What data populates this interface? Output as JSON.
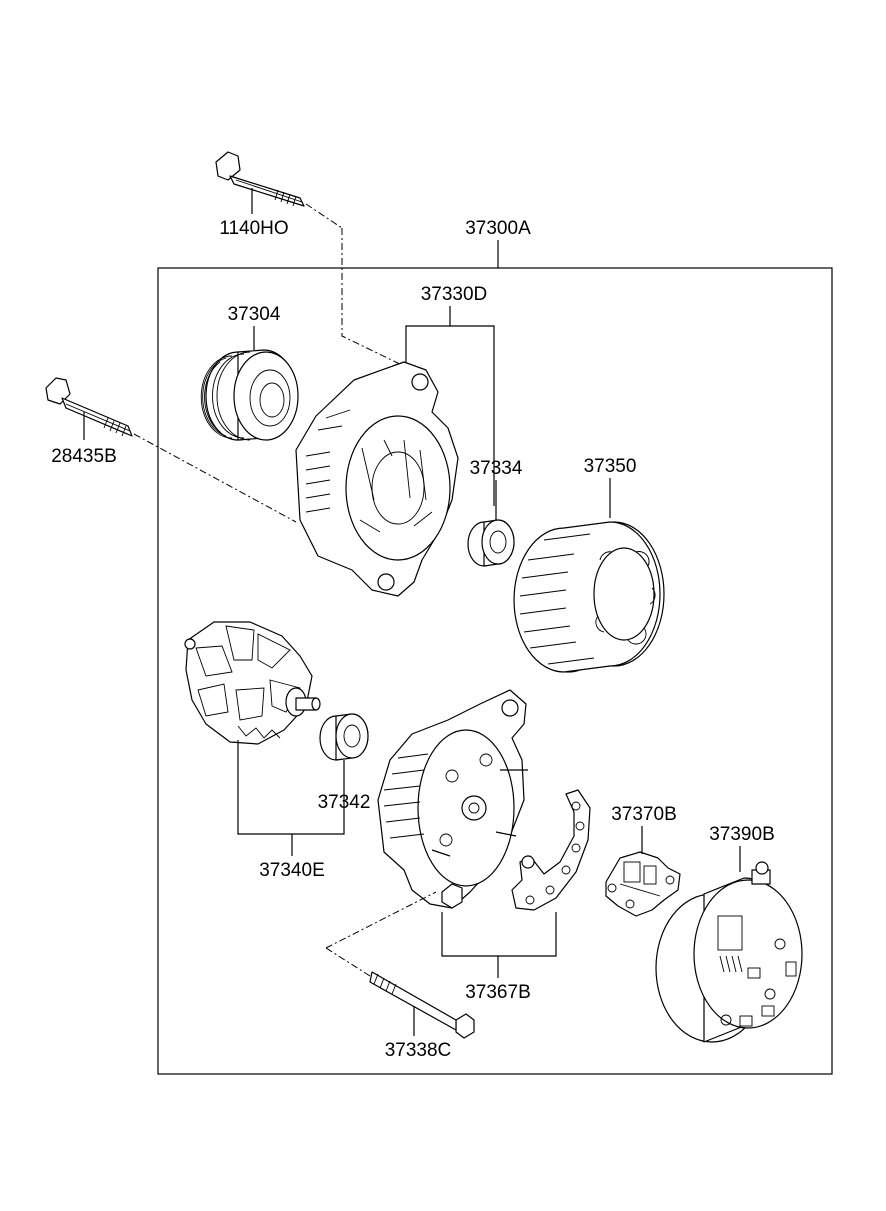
{
  "diagram": {
    "assembly_label": "37300A",
    "part_labels": {
      "bolt_top": "1140HO",
      "bolt_left": "28435B",
      "pulley": "37304",
      "front_bracket_assembly": "37330D",
      "front_bearing": "37334",
      "stator": "37350",
      "rotor_assembly": "37340E",
      "rear_bearing": "37342",
      "rectifier_assembly": "37367B",
      "regulator": "37370B",
      "rear_cover": "37390B",
      "through_bolt": "37338C"
    }
  }
}
